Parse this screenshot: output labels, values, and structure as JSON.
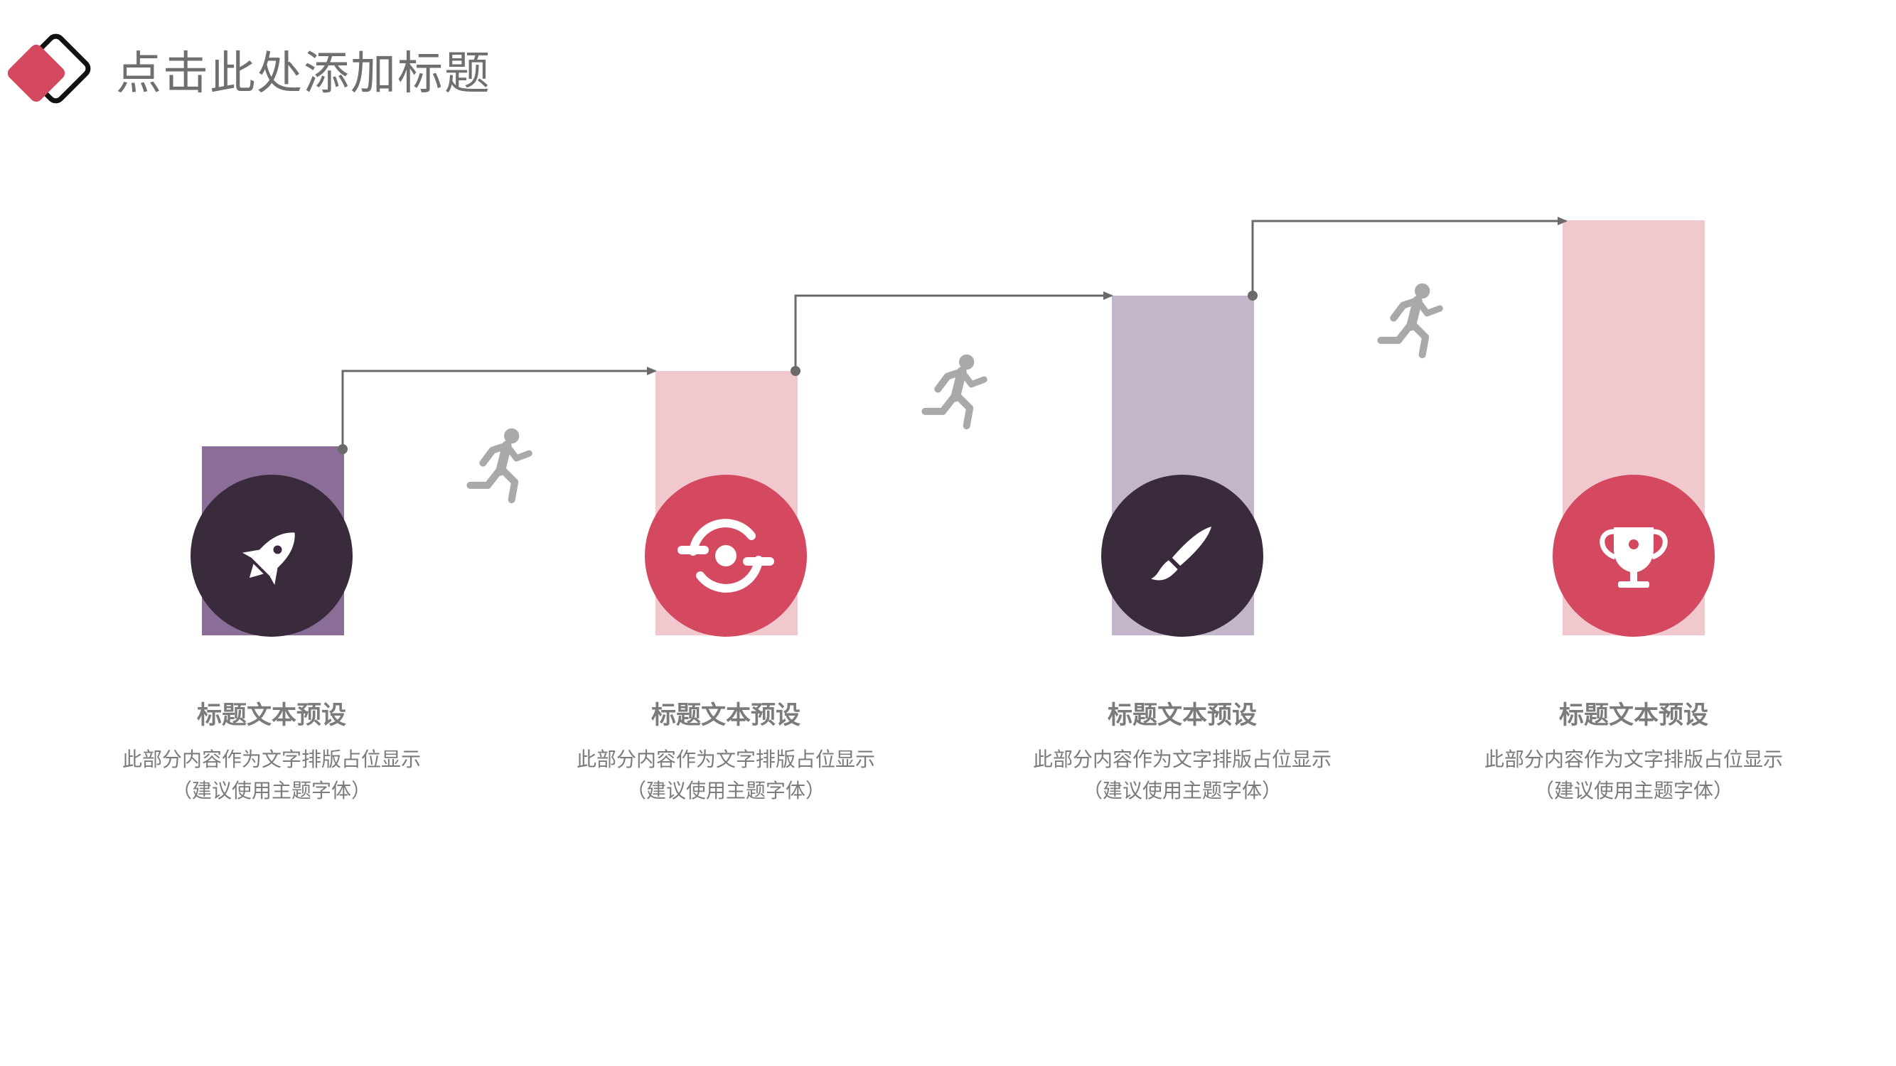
{
  "title": "点击此处添加标题",
  "colors": {
    "accent": "#d4495f",
    "dark": "#3a2b3c",
    "purple": "#8a6e98",
    "lavender": "#c4b6ca",
    "pink": "#f0c8cd",
    "arrow": "#6a6a6a",
    "runner": "#a9a9a9",
    "text": "#7b7b7b"
  },
  "steps": [
    {
      "icon": "rocket-icon",
      "title": "标题文本预设",
      "desc1": "此部分内容作为文字排版占位显示",
      "desc2": "（建议使用主题字体）"
    },
    {
      "icon": "cycle-icon",
      "title": "标题文本预设",
      "desc1": "此部分内容作为文字排版占位显示",
      "desc2": "（建议使用主题字体）"
    },
    {
      "icon": "paintbrush-icon",
      "title": "标题文本预设",
      "desc1": "此部分内容作为文字排版占位显示",
      "desc2": "（建议使用主题字体）"
    },
    {
      "icon": "trophy-icon",
      "title": "标题文本预设",
      "desc1": "此部分内容作为文字排版占位显示",
      "desc2": "（建议使用主题字体）"
    }
  ]
}
